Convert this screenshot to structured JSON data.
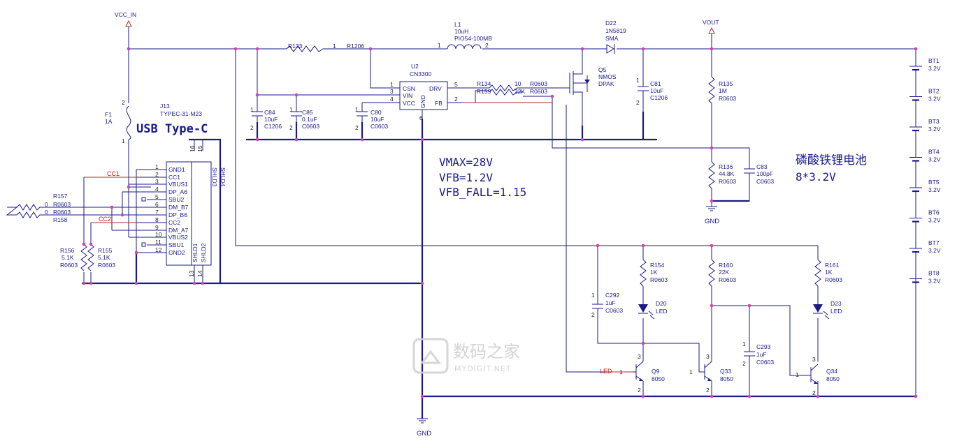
{
  "net_labels": {
    "vcc_in": "VCC_IN",
    "vout": "VOUT",
    "gnd": "GND",
    "cc1": "CC1",
    "cc2": "CC2",
    "led": "LED"
  },
  "title_usb": "USB Type-C",
  "notes": {
    "vmax": "VMAX=28V",
    "vfb": "VFB=1.2V",
    "vfb_fall": "VFB_FALL=1.15",
    "battery_cn": "磷酸铁锂电池",
    "battery_cfg": "8*3.2V"
  },
  "connector": {
    "ref": "J13",
    "part": "TYPEC-31-M23",
    "pins": [
      {
        "num": "1",
        "name": "GND1"
      },
      {
        "num": "2",
        "name": "CC1"
      },
      {
        "num": "3",
        "name": "VBUS1"
      },
      {
        "num": "4",
        "name": "DP_A6"
      },
      {
        "num": "5",
        "name": "SBU2"
      },
      {
        "num": "6",
        "name": "DM_B7"
      },
      {
        "num": "7",
        "name": "DP_B6"
      },
      {
        "num": "8",
        "name": "CC2"
      },
      {
        "num": "9",
        "name": "DM_A7"
      },
      {
        "num": "10",
        "name": "VBUS2"
      },
      {
        "num": "11",
        "name": "SBU1"
      },
      {
        "num": "12",
        "name": "GND2"
      }
    ],
    "top_pins": [
      {
        "num": "16",
        "name": "SHLD4"
      },
      {
        "num": "15",
        "name": "SHLD3"
      }
    ],
    "bottom_pins": [
      {
        "num": "13",
        "name": "SHLD1"
      },
      {
        "num": "14",
        "name": "SHLD2"
      }
    ]
  },
  "ic": {
    "ref": "U2",
    "part": "CN3300",
    "pins": [
      {
        "num": "1",
        "name": "CSN"
      },
      {
        "num": "3",
        "name": "VIN"
      },
      {
        "num": "4",
        "name": "VCC"
      },
      {
        "num": "5",
        "name": "DRV"
      },
      {
        "num": "2",
        "name": "FB"
      },
      {
        "num": "6",
        "name": "GND"
      }
    ]
  },
  "components": {
    "f1": {
      "ref": "F1",
      "value": "1A",
      "pin_a": "2",
      "pin_b": "1"
    },
    "l1": {
      "ref": "L1",
      "value": "10uH",
      "pkg": "PIO54-100MB",
      "pin_a": "1",
      "pin_b": "2"
    },
    "d22": {
      "ref": "D22",
      "value": "1N5819",
      "pkg": "SMA"
    },
    "q5": {
      "ref": "Q5",
      "value": "NMOS",
      "pkg": "DPAK"
    },
    "r133": {
      "ref": "R133",
      "value": "1",
      "pkg": "R1206"
    },
    "r134": {
      "ref": "R134",
      "value": "10",
      "pkg": "R0603"
    },
    "r159": {
      "ref": "R159",
      "value": "22K",
      "pkg": "R0603"
    },
    "r135": {
      "ref": "R135",
      "value": "1M",
      "pkg": "R0603"
    },
    "r136": {
      "ref": "R136",
      "value": "44.8K",
      "pkg": "R0603"
    },
    "c83": {
      "ref": "C83",
      "value": "100pF",
      "pkg": "C0603"
    },
    "c81": {
      "ref": "C81",
      "value": "10uF",
      "pkg": "C1206"
    },
    "c84": {
      "ref": "C84",
      "value": "10uF",
      "pkg": "C1206"
    },
    "c85": {
      "ref": "C85",
      "value": "0.1uF",
      "pkg": "C0603"
    },
    "c80": {
      "ref": "C80",
      "value": "10uF",
      "pkg": "C0603"
    },
    "r157": {
      "ref": "R157",
      "value": "0",
      "pkg": "R0603"
    },
    "r158": {
      "ref": "R158",
      "value": "0",
      "pkg": "R0603"
    },
    "r156": {
      "ref": "R156",
      "value": "5.1K",
      "pkg": "R0603"
    },
    "r155": {
      "ref": "R155",
      "value": "5.1K",
      "pkg": "R0603"
    },
    "r154": {
      "ref": "R154",
      "value": "1K",
      "pkg": "R0603"
    },
    "r160": {
      "ref": "R160",
      "value": "22K",
      "pkg": "R0603"
    },
    "r161": {
      "ref": "R161",
      "value": "1K",
      "pkg": "R0603"
    },
    "c292": {
      "ref": "C292",
      "value": "1uF",
      "pkg": "C0603"
    },
    "c293": {
      "ref": "C293",
      "value": "1uF",
      "pkg": "C0603"
    },
    "d20": {
      "ref": "D20",
      "value": "LED"
    },
    "d23": {
      "ref": "D23",
      "value": "LED"
    },
    "q9": {
      "ref": "Q9",
      "value": "8050"
    },
    "q33": {
      "ref": "Q33",
      "value": "8050"
    },
    "q34": {
      "ref": "Q34",
      "value": "8050"
    }
  },
  "pin_numbers": {
    "one": "1",
    "two": "2",
    "three": "3",
    "six": "6"
  },
  "batteries": [
    {
      "ref": "BT1",
      "value": "3.2V"
    },
    {
      "ref": "BT2",
      "value": "3.2V"
    },
    {
      "ref": "BT3",
      "value": "3.2V"
    },
    {
      "ref": "BT4",
      "value": "3.2V"
    },
    {
      "ref": "BT5",
      "value": "3.2V"
    },
    {
      "ref": "BT6",
      "value": "3.2V"
    },
    {
      "ref": "BT7",
      "value": "3.2V"
    },
    {
      "ref": "BT8",
      "value": "3.2V"
    }
  ],
  "watermark": {
    "cn": "数码之家",
    "en": "MYDIGIT.NET"
  }
}
